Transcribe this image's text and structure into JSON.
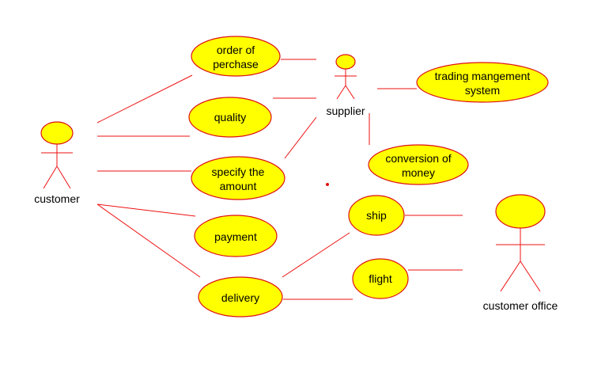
{
  "colors": {
    "use_case_fill": "#ffff00",
    "line": "#ee1111",
    "text": "#000000"
  },
  "actors": {
    "customer": "customer",
    "supplier": "supplier",
    "customer_office": "customer office"
  },
  "use_cases": {
    "order_of_purchase": [
      "order of",
      "perchase"
    ],
    "quality": [
      "quality"
    ],
    "specify_amount": [
      "specify the",
      "amount"
    ],
    "payment": [
      "payment"
    ],
    "delivery": [
      "delivery"
    ],
    "trading_management": [
      "trading mangement",
      "system"
    ],
    "conversion_of_money": [
      "conversion of",
      "money"
    ],
    "ship": [
      "ship"
    ],
    "flight": [
      "flight"
    ]
  }
}
